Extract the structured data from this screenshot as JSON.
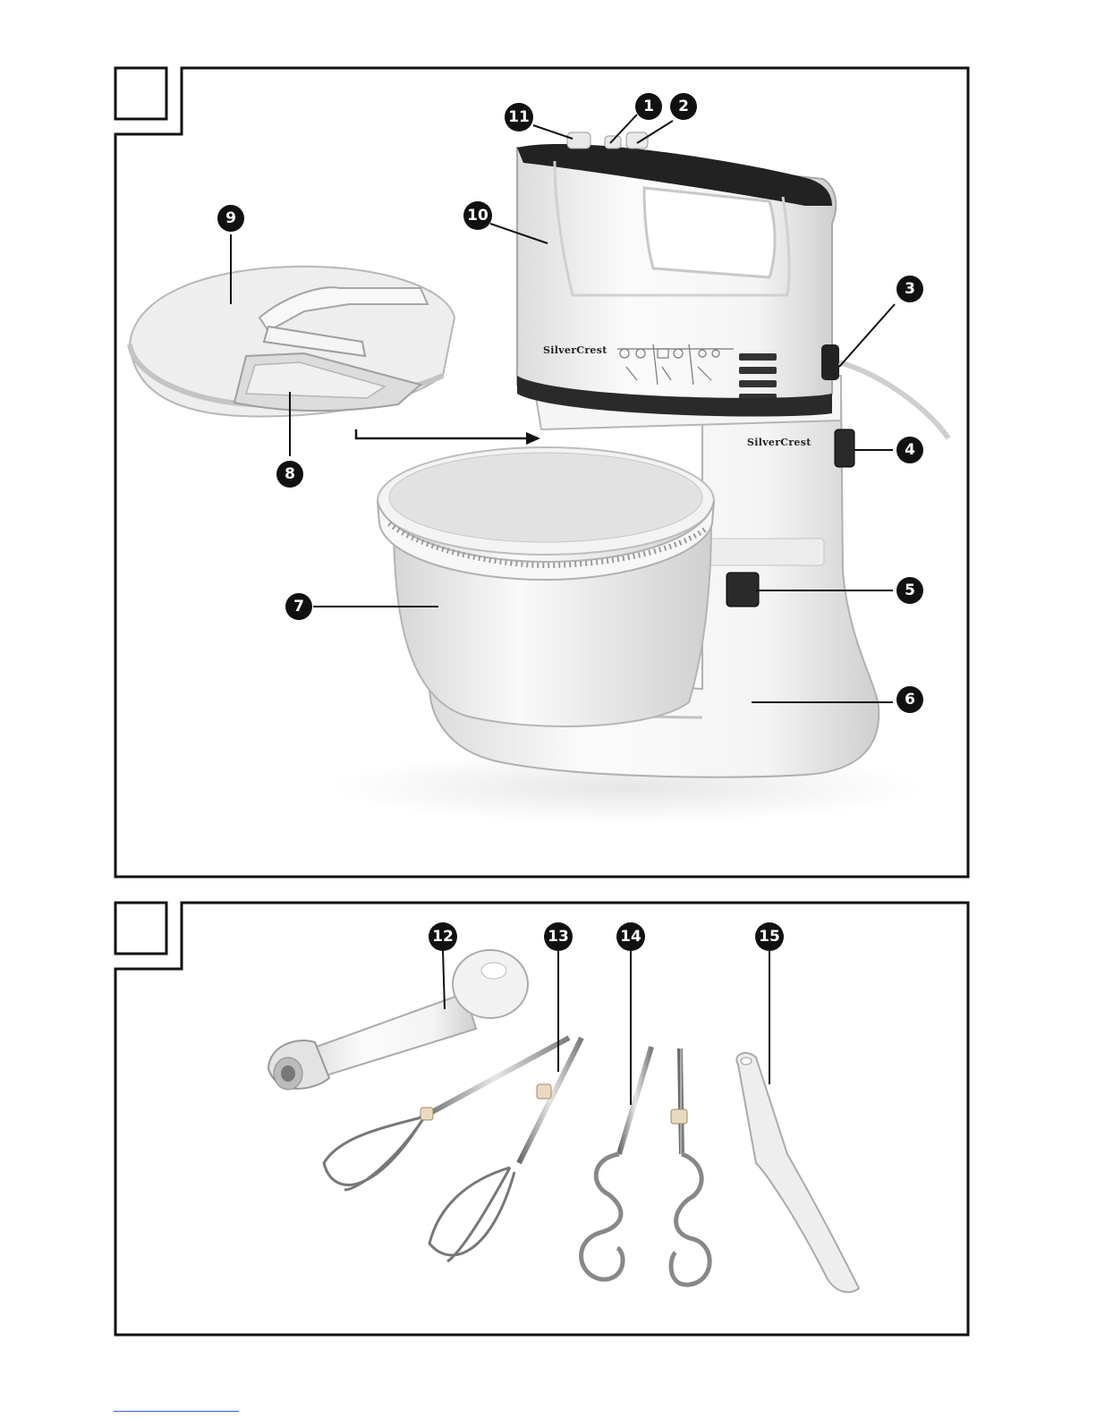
{
  "brand": {
    "name": "SilverCrest"
  },
  "figures": [
    {
      "id": "fig-a",
      "callouts": [
        {
          "n": "11"
        },
        {
          "n": "1"
        },
        {
          "n": "2"
        },
        {
          "n": "10"
        },
        {
          "n": "9"
        },
        {
          "n": "3"
        },
        {
          "n": "8"
        },
        {
          "n": "4"
        },
        {
          "n": "7"
        },
        {
          "n": "5"
        },
        {
          "n": "6"
        }
      ]
    },
    {
      "id": "fig-b",
      "callouts": [
        {
          "n": "12"
        },
        {
          "n": "13"
        },
        {
          "n": "14"
        },
        {
          "n": "15"
        }
      ]
    }
  ],
  "colors": {
    "frame": "#111111",
    "plastic": "#f2f2f2",
    "shadow": "#c8c8c8",
    "metal": "#9a9a9a",
    "dark": "#222222"
  },
  "footer_link": ""
}
